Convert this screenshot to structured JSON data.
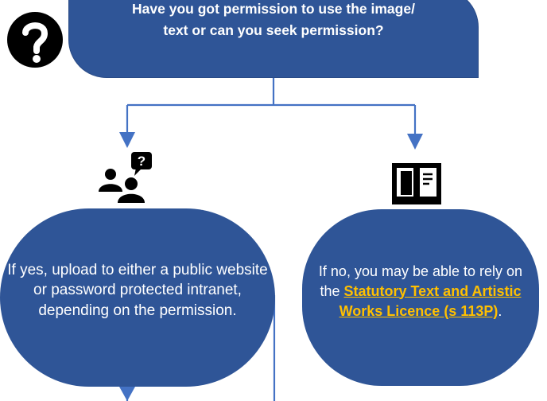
{
  "top_node": {
    "line1": "Have you got permission to use the image/",
    "line2": "text or can you seek permission?"
  },
  "yes_node": {
    "text": "If yes, upload to either a public website or password protected intranet, depending on the permission."
  },
  "no_node": {
    "text_before": "If no, you may be able to rely on the ",
    "link_text": "Statutory Text and Artistic Works Licence (s 113P)",
    "text_after": "."
  },
  "icons": {
    "question": "question-mark-icon",
    "people": "people-question-icon",
    "book": "book-icon"
  },
  "colors": {
    "node_fill": "#2f5597",
    "connector": "#4472c4",
    "link": "#ffc000"
  }
}
